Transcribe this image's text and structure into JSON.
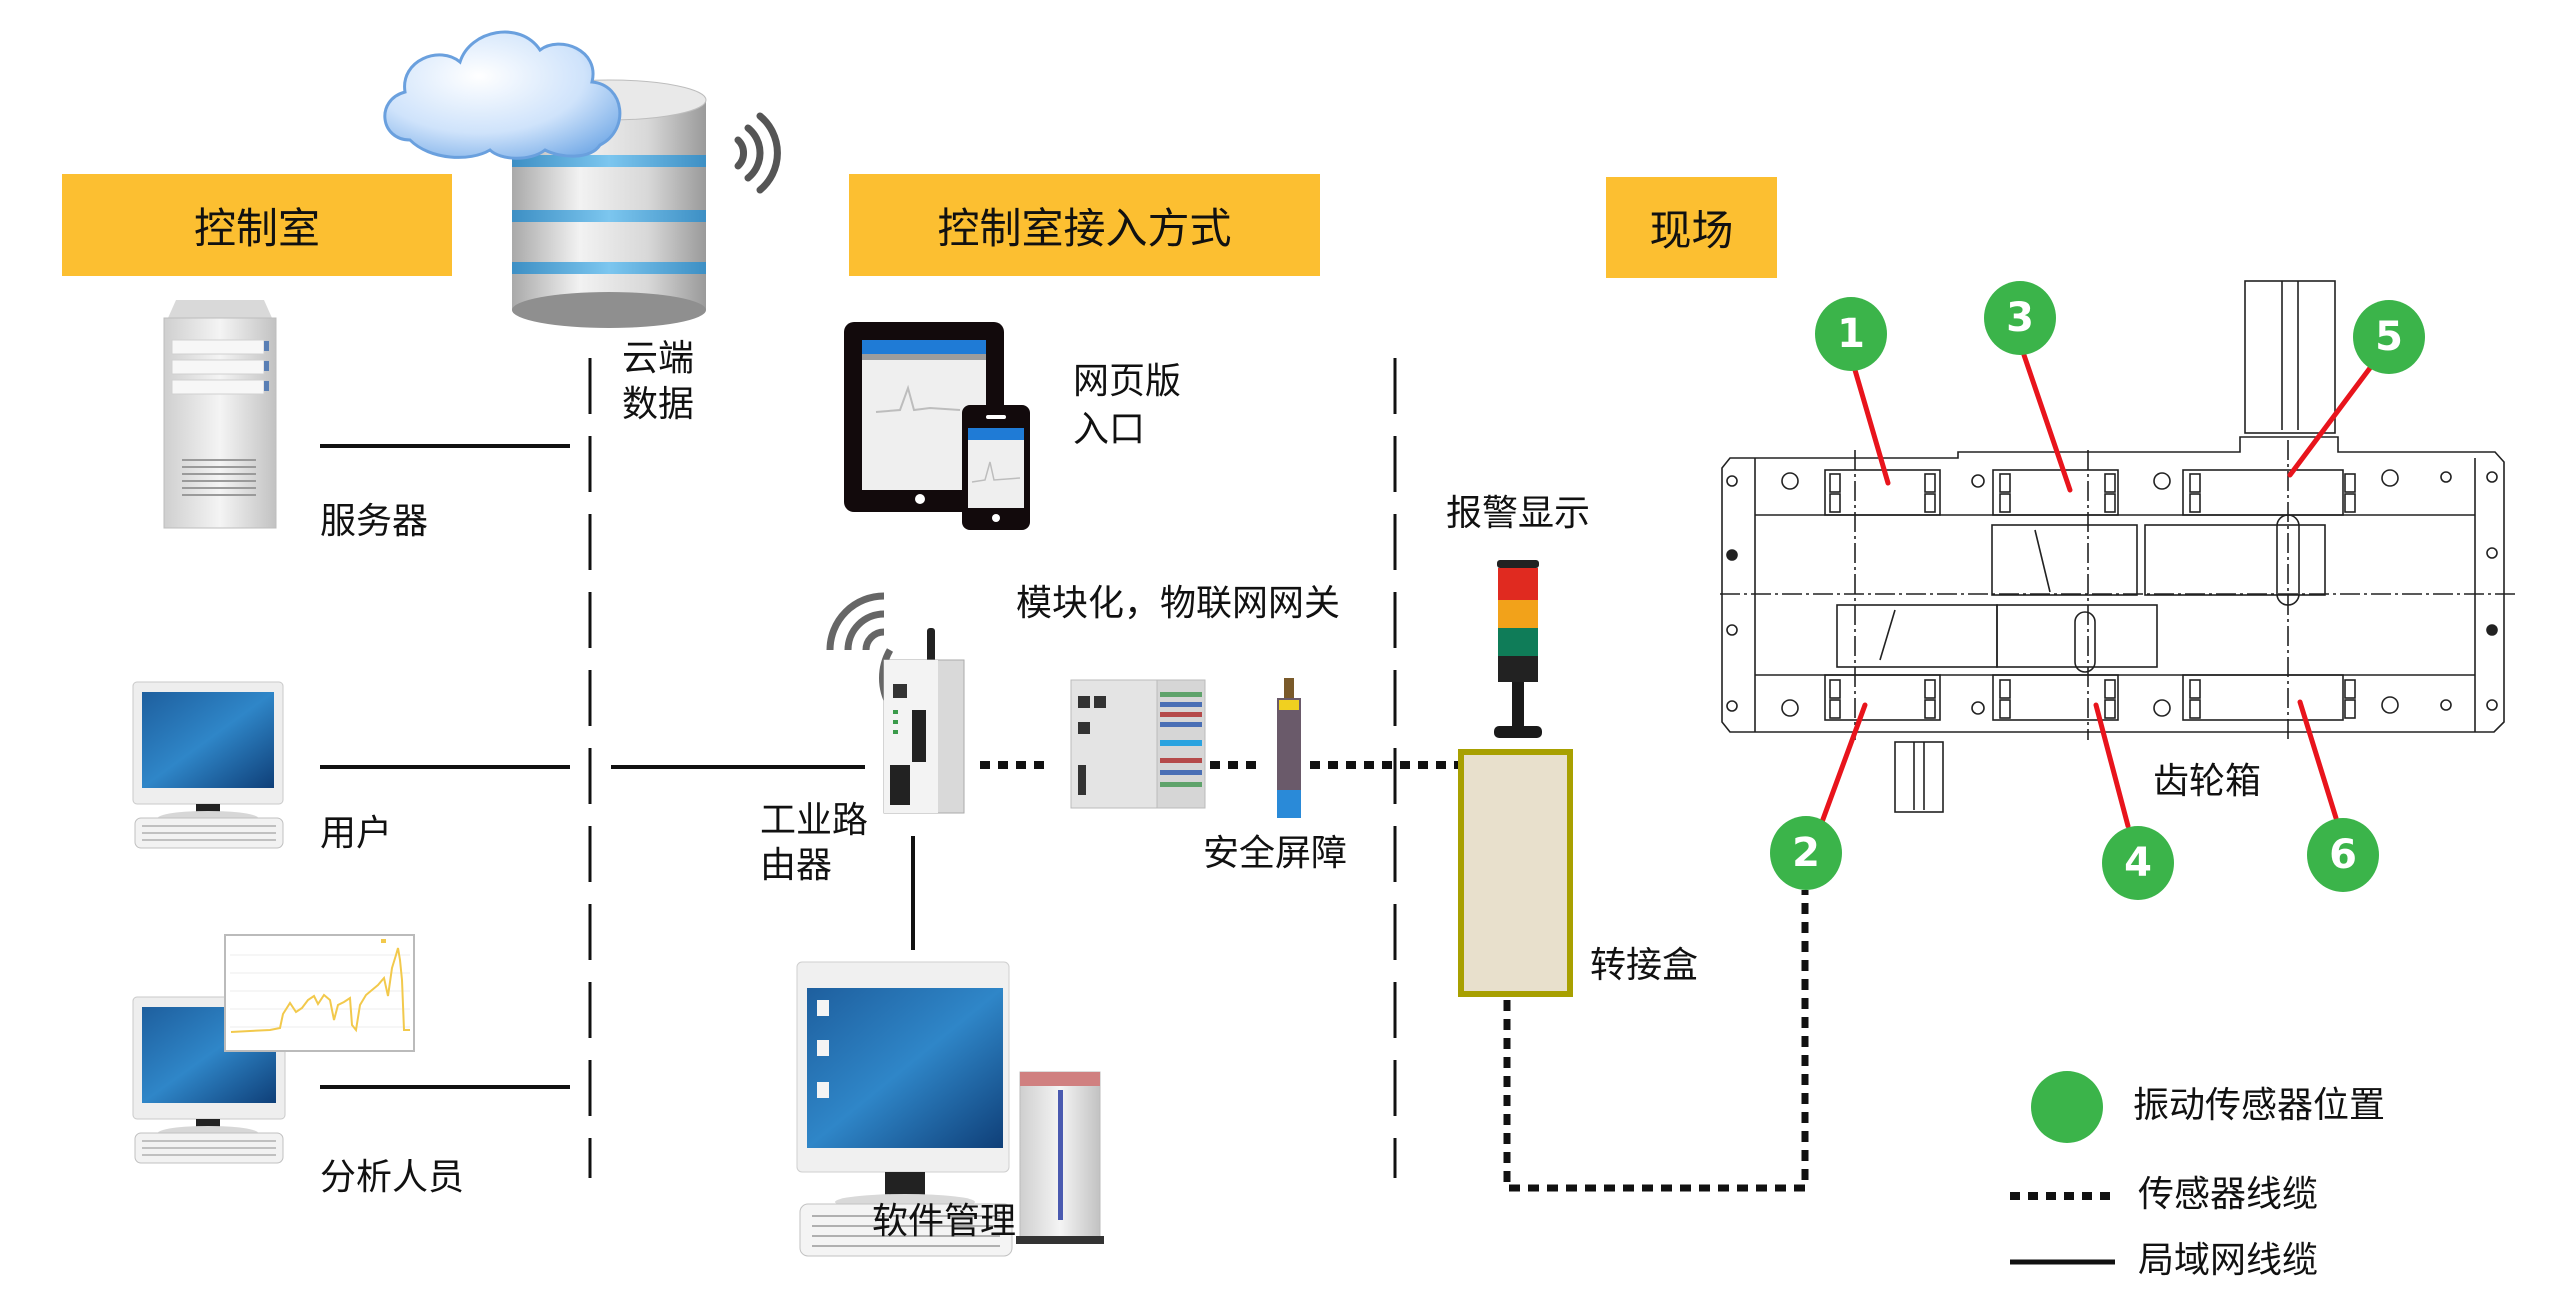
{
  "headers": {
    "control_room": "控制室",
    "access_methods": "控制室接入方式",
    "field": "现场"
  },
  "control_room": {
    "server_label": "服务器",
    "user_label": "用户",
    "analyst_label": "分析人员",
    "cloud_label_line1": "云端",
    "cloud_label_line2": "数据"
  },
  "access": {
    "web_label_line1": "网页版",
    "web_label_line2": "入口",
    "gateway_label": "模块化，物联网网关",
    "router_label_line1": "工业路",
    "router_label_line2": "由器",
    "barrier_label": "安全屏障",
    "software_label": "软件管理"
  },
  "field": {
    "alarm_label": "报警显示",
    "junction_label": "转接盒",
    "gearbox_label": "齿轮箱",
    "sensors": [
      {
        "id": "1",
        "position": "top"
      },
      {
        "id": "2",
        "position": "bottom"
      },
      {
        "id": "3",
        "position": "top"
      },
      {
        "id": "4",
        "position": "bottom"
      },
      {
        "id": "5",
        "position": "top"
      },
      {
        "id": "6",
        "position": "bottom"
      }
    ]
  },
  "legend": {
    "sensor_location": "振动传感器位置",
    "sensor_cable": "传感器线缆",
    "lan_cable": "局域网线缆"
  },
  "colors": {
    "header_bg": "#fcbf31",
    "sensor_green": "#3bb44a",
    "pointer_red": "#e8141c",
    "junction_border": "#a8a000",
    "junction_fill": "#e8e0cc"
  }
}
